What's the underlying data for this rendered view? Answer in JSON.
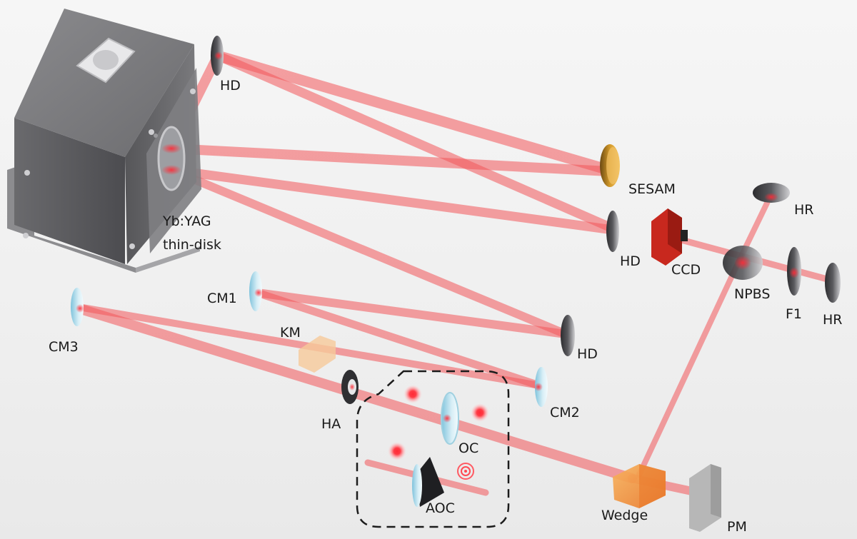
{
  "labels": {
    "yb_line1": "Yb:YAG",
    "yb_line2": "thin-disk",
    "hd_top": "HD",
    "sesam": "SESAM",
    "hr_top": "HR",
    "hd_mid": "HD",
    "ccd": "CCD",
    "npbs": "NPBS",
    "f1": "F1",
    "hr_right": "HR",
    "cm1": "CM1",
    "km": "KM",
    "hd_low": "HD",
    "cm3": "CM3",
    "cm2": "CM2",
    "ha": "HA",
    "oc": "OC",
    "aoc": "AOC",
    "wedge": "Wedge",
    "pm": "PM"
  },
  "colors": {
    "beam": "#f2555a",
    "housing": "#5b5b5e",
    "mirror_gray": "#3a3a3d",
    "mirror_blue": "#bfe3ef",
    "sesam": "#d49a2a",
    "ccd": "#c8281e",
    "wedge": "#f39a3c",
    "pm": "#b7b7b7"
  }
}
